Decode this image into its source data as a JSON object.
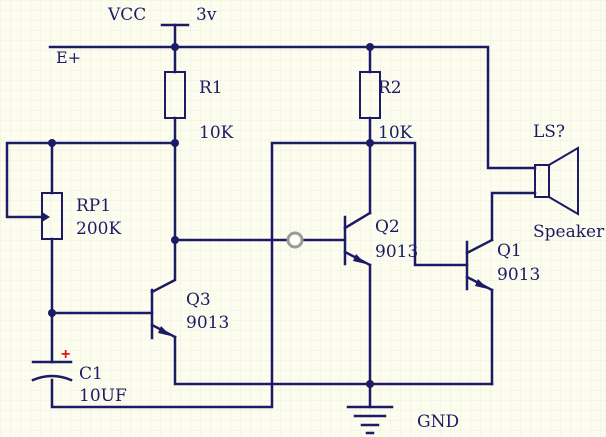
{
  "power": {
    "net_label": "VCC",
    "value": "3v",
    "rail_label": "E+"
  },
  "ground": {
    "label": "GND"
  },
  "components": {
    "r1": {
      "ref": "R1",
      "value": "10K"
    },
    "r2": {
      "ref": "R2",
      "value": "10K"
    },
    "rp1": {
      "ref": "RP1",
      "value": "200K"
    },
    "c1": {
      "ref": "C1",
      "value": "10UF",
      "polarity": "+"
    },
    "q1": {
      "ref": "Q1",
      "value": "9013"
    },
    "q2": {
      "ref": "Q2",
      "value": "9013"
    },
    "q3": {
      "ref": "Q3",
      "value": "9013"
    },
    "ls": {
      "ref": "LS?",
      "value": "Speaker"
    }
  },
  "colors": {
    "wire": "#1b1b66",
    "background": "#fcfcef",
    "grid": "#e4e4d2",
    "polarity": "#d91818",
    "cursor": "#9a9a9a"
  }
}
